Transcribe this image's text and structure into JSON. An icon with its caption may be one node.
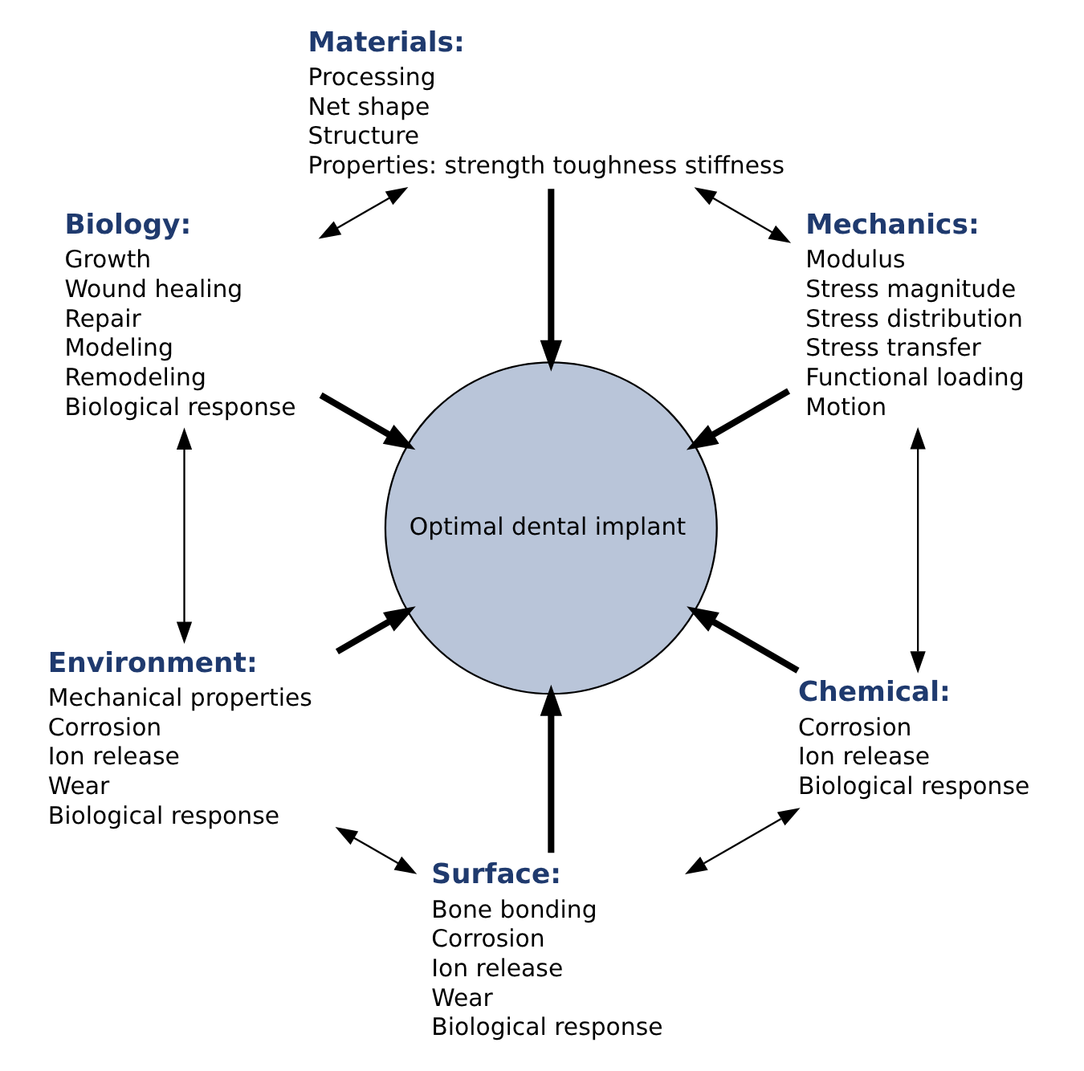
{
  "diagram": {
    "nodes": [
      {
        "text": [
          "Materials:",
          "Processing",
          "Net shape",
          "Structure",
          "Properties: strength toughness stiffness"
        ]
      },
      {
        "text": [
          "Biology:",
          "Growth",
          "Wound healing",
          "Repair",
          "Modeling",
          "Remodeling",
          "Biological response"
        ]
      },
      {
        "text": [
          "Mechanics:",
          "Modulus",
          "Stress magnitude",
          "Stress distribution",
          "Stress transfer",
          "Functional loading",
          "Motion"
        ]
      },
      {
        "text": [
          "Optimal dental implant"
        ]
      },
      {
        "text": [
          "Chemical:",
          "Corrosion",
          "Ion release",
          "Biological response"
        ]
      },
      {
        "text": [
          "Environment:",
          "Mechanical properties",
          "Corrosion",
          "Ion release",
          "Wear",
          "Biological response"
        ]
      },
      {
        "text": [
          "Surface:",
          "Bone bonding",
          "Corrosion",
          "Ion release",
          "Wear",
          "Biological response"
        ]
      }
    ],
    "edges": [
      {
        "from": 0,
        "to": 3,
        "arrow": "to",
        "style": "thick"
      },
      {
        "from": 2,
        "to": 3,
        "arrow": "to",
        "style": "thick"
      },
      {
        "from": 4,
        "to": 3,
        "arrow": "to",
        "style": "thick"
      },
      {
        "from": 6,
        "to": 3,
        "arrow": "to",
        "style": "thick"
      },
      {
        "from": 5,
        "to": 3,
        "arrow": "to",
        "style": "thick"
      },
      {
        "from": 1,
        "to": 3,
        "arrow": "to",
        "style": "thick"
      },
      {
        "from": 0,
        "to": 2,
        "arrow": "both"
      },
      {
        "from": 2,
        "to": 4,
        "arrow": "both"
      },
      {
        "from": 4,
        "to": 6,
        "arrow": "both"
      },
      {
        "from": 6,
        "to": 5,
        "arrow": "both"
      },
      {
        "from": 5,
        "to": 1,
        "arrow": "both"
      },
      {
        "from": 1,
        "to": 0,
        "arrow": "both"
      }
    ]
  }
}
